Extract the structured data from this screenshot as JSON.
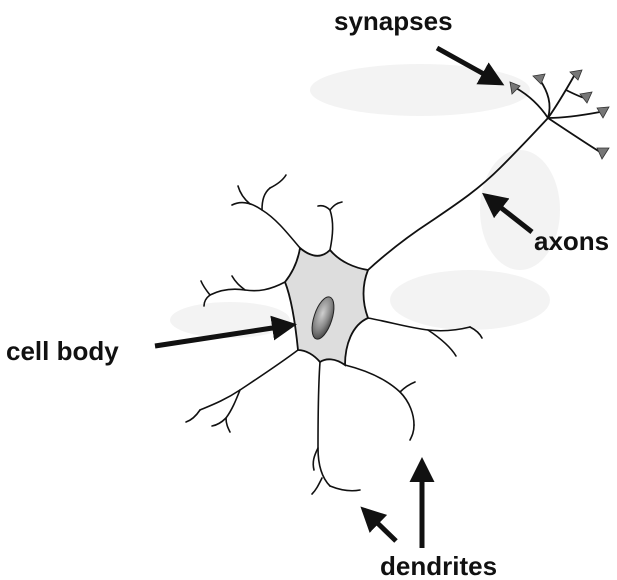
{
  "labels": {
    "synapses": "synapses",
    "axons": "axons",
    "cell_body": "cell body",
    "dendrites": "dendrites"
  },
  "colors": {
    "ink": "#111111",
    "cell_fill": "#dddddd",
    "nucleus_dark": "#555555",
    "nucleus_light": "#bbbbbb",
    "synapse_terminal": "#777777",
    "background_smudge": "#f1f1f1"
  }
}
